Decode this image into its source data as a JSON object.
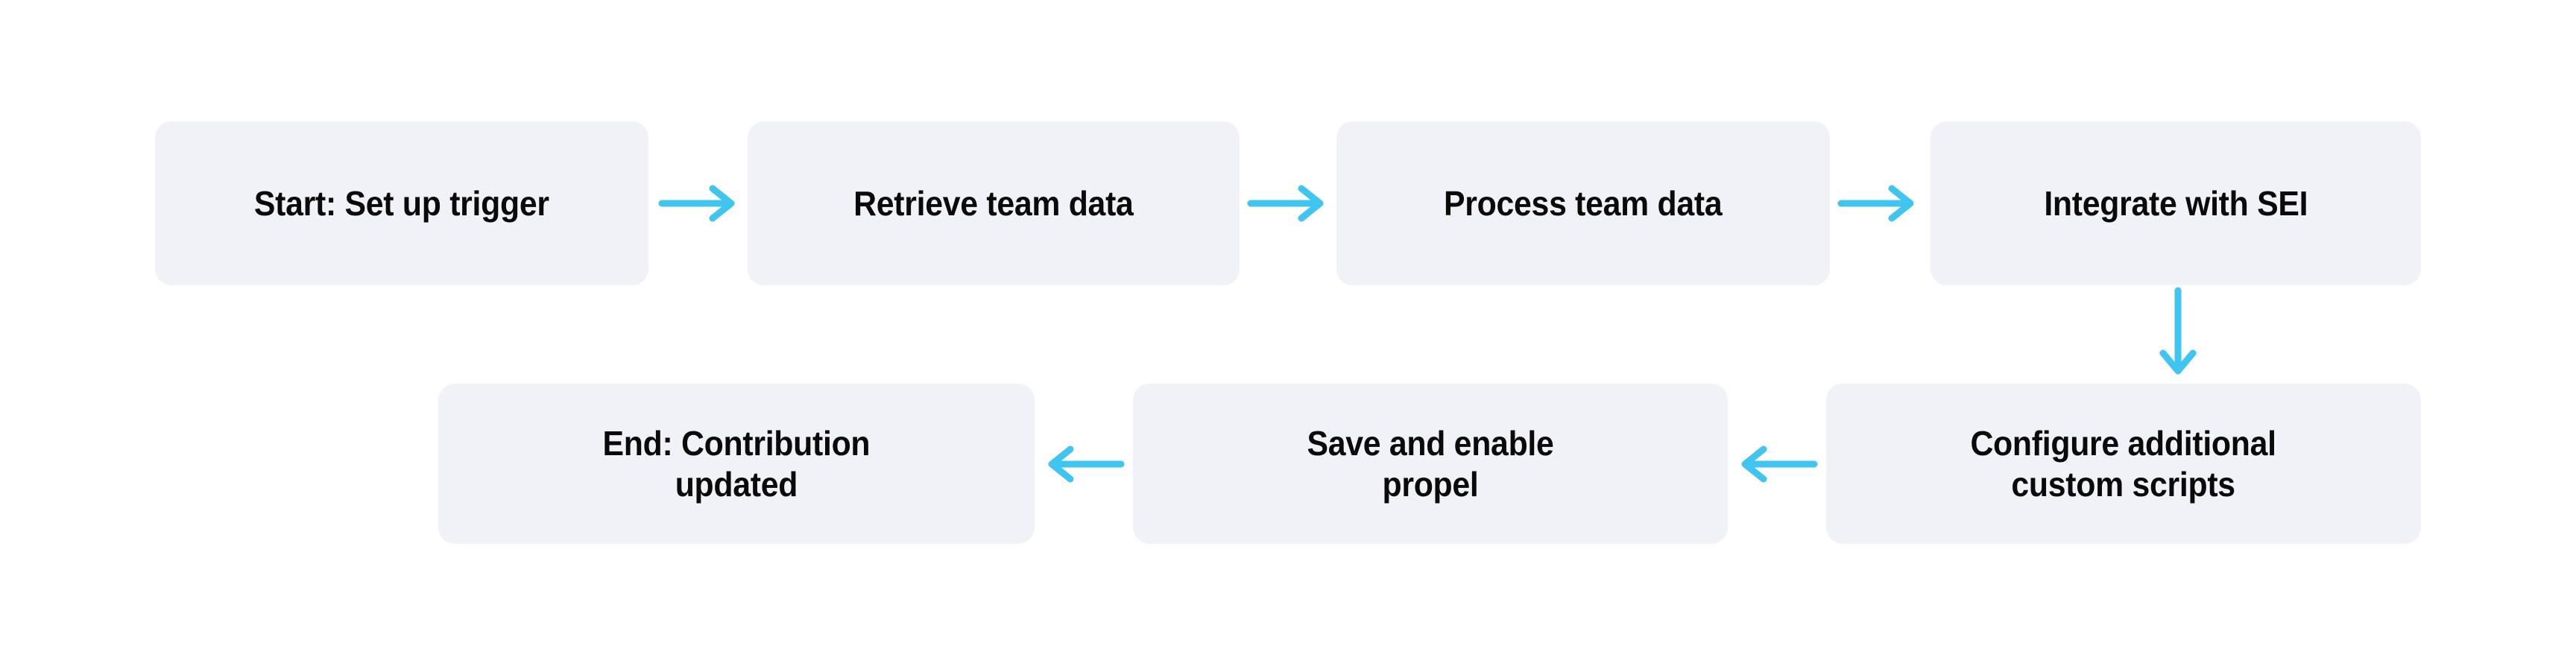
{
  "diagram": {
    "type": "flowchart",
    "title": "",
    "background_color": "#ffffff",
    "node_fill_color": "#f1f2f7",
    "node_text_color": "#0a0a0a",
    "arrow_color": "#40c4f0",
    "nodes": [
      {
        "id": "start",
        "label": "Start: Set up trigger",
        "row": 1,
        "order": 1
      },
      {
        "id": "retrieve",
        "label": "Retrieve team data",
        "row": 1,
        "order": 2
      },
      {
        "id": "process",
        "label": "Process team data",
        "row": 1,
        "order": 3
      },
      {
        "id": "integrate",
        "label": "Integrate with SEI",
        "row": 1,
        "order": 4
      },
      {
        "id": "configure",
        "label": "Configure additional\ncustom scripts",
        "row": 2,
        "order": 1
      },
      {
        "id": "save",
        "label": "Save and enable\npropel",
        "row": 2,
        "order": 2
      },
      {
        "id": "end",
        "label": "End: Contribution\nupdated",
        "row": 2,
        "order": 3
      }
    ],
    "edges": [
      {
        "from": "start",
        "to": "retrieve",
        "direction": "right"
      },
      {
        "from": "retrieve",
        "to": "process",
        "direction": "right"
      },
      {
        "from": "process",
        "to": "integrate",
        "direction": "right"
      },
      {
        "from": "integrate",
        "to": "configure",
        "direction": "down"
      },
      {
        "from": "configure",
        "to": "save",
        "direction": "left"
      },
      {
        "from": "save",
        "to": "end",
        "direction": "left"
      }
    ]
  }
}
